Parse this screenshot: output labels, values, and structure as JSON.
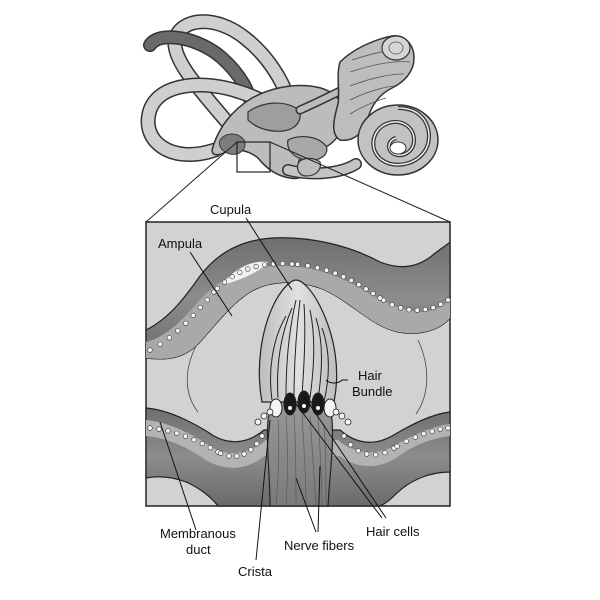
{
  "labels": {
    "cupula": "Cupula",
    "ampula": "Ampula",
    "hair_bundle_line1": "Hair",
    "hair_bundle_line2": "Bundle",
    "membranous_line1": "Membranous",
    "membranous_line2": "duct",
    "nerve_fibers": "Nerve fibers",
    "hair_cells": "Hair cells",
    "crista": "Crista"
  }
}
